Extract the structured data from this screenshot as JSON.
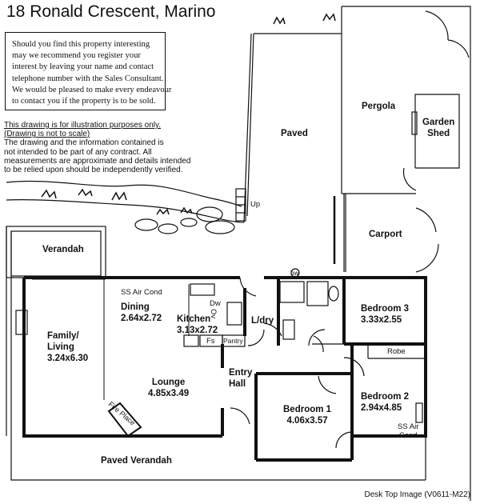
{
  "title": "18 Ronald Crescent,  Marino",
  "notice_lines": [
    "Should you find this property interesting",
    "may we recommend you register your",
    "interest by leaving your name and contact",
    "telephone number with the Sales Consultant.",
    "We would be pleased to make every endeavour",
    "to contact you if the property is to be sold."
  ],
  "disclaimer_lines": [
    "This drawing is for illustration purposes only.",
    "(Drawing is not to scale)",
    "The drawing and the information contained is",
    "not intended to be part of any contract.  All",
    "measurements are approximate and details intended",
    "to be relied upon should be independently verified."
  ],
  "rooms": {
    "paved": "Paved",
    "pergola": "Pergola",
    "garden_shed": [
      "Garden",
      "Shed"
    ],
    "up": "Up",
    "carport": "Carport",
    "verandah": "Verandah",
    "hw": "hw",
    "ss_air_cond_dining": "SS Air Cond",
    "dining": [
      "Dining",
      "2.64x2.72"
    ],
    "dw": "Dw",
    "ov": "Ov",
    "kitchen": [
      "Kitchen",
      "3.13x2.72"
    ],
    "fs": "Fs",
    "pantry": "Pantry",
    "ldry": "L/dry",
    "bedroom3": [
      "Bedroom 3",
      "3.33x2.55"
    ],
    "robe": "Robe",
    "family": [
      "Family/",
      "Living",
      "3.24x6.30"
    ],
    "lounge": [
      "Lounge",
      "4.85x3.49"
    ],
    "entry": [
      "Entry",
      "Hall"
    ],
    "fire_place": "Fire Place",
    "bedroom1": [
      "Bedroom 1",
      "4.06x3.57"
    ],
    "bedroom2": [
      "Bedroom 2",
      "2.94x4.85"
    ],
    "ss_air_cond_bed2": [
      "SS Air",
      "Cond"
    ],
    "paved_verandah": "Paved Verandah"
  },
  "footer": "Desk Top Image  (V0611-M22)"
}
